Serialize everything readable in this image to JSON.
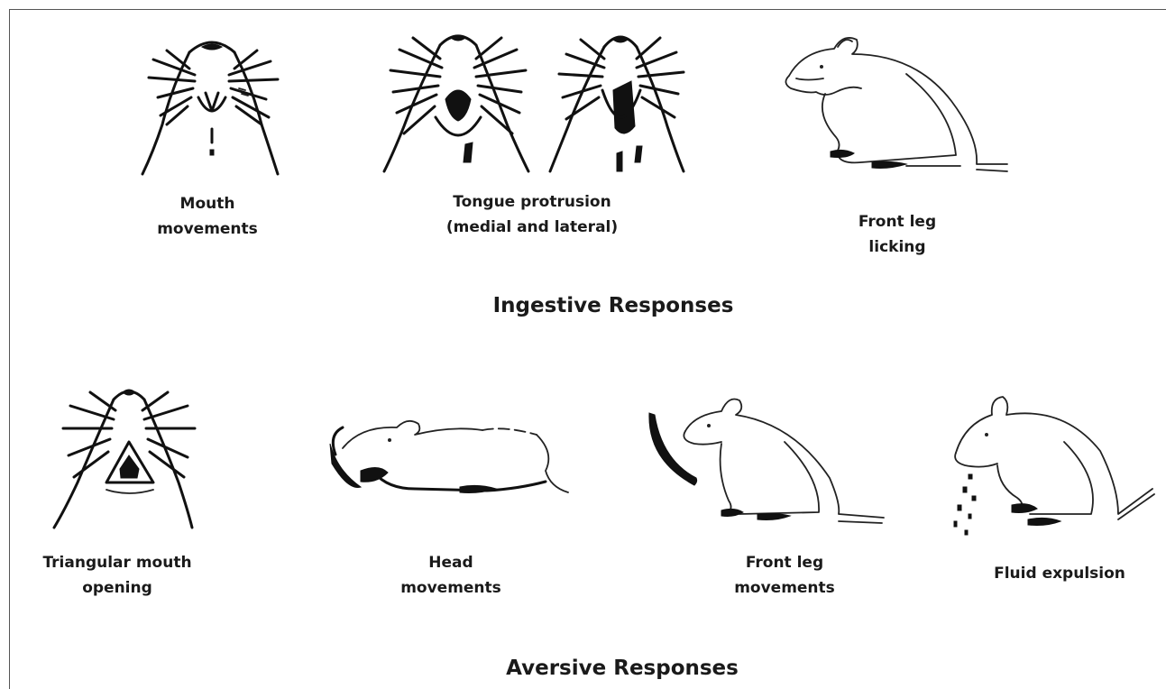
{
  "sections": {
    "ingestive": {
      "title": "Ingestive Responses",
      "items": [
        {
          "label": "Mouth\nmovements"
        },
        {
          "label": "Tongue protrusion\n(medial and lateral)"
        },
        {
          "label": "Front leg\nlicking"
        }
      ]
    },
    "aversive": {
      "title": "Aversive Responses",
      "items": [
        {
          "label": "Triangular mouth\nopening"
        },
        {
          "label": "Head\nmovements"
        },
        {
          "label": "Front leg\nmovements"
        },
        {
          "label": "Fluid expulsion"
        }
      ]
    }
  }
}
